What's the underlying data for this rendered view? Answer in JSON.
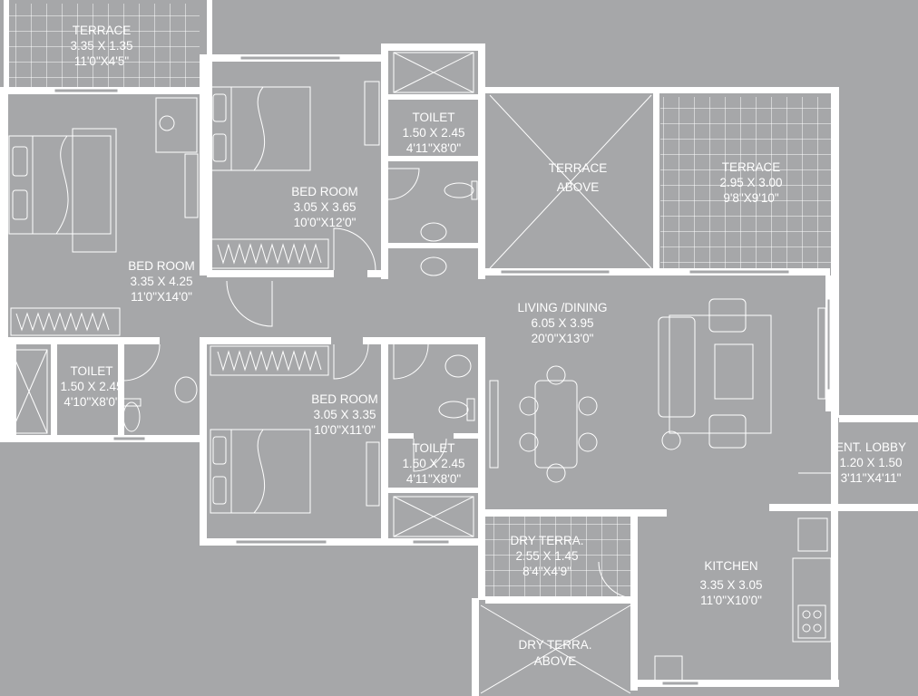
{
  "floorplan": {
    "rooms": [
      {
        "id": "terrace-top-left",
        "lines": [
          "TERRACE",
          "3.35 X 1.35",
          "11'0\"X4'5\""
        ]
      },
      {
        "id": "bedroom-master",
        "lines": [
          "BED ROOM",
          "3.35 X 4.25",
          "11'0\"X14'0\""
        ]
      },
      {
        "id": "bedroom-2",
        "lines": [
          "BED ROOM",
          "3.05 X 3.65",
          "10'0\"X12'0\""
        ]
      },
      {
        "id": "toilet-top",
        "lines": [
          "TOILET",
          "1.50 X 2.45",
          "4'11\"X8'0\""
        ]
      },
      {
        "id": "terrace-above-center",
        "lines": [
          "TERRACE",
          "ABOVE"
        ]
      },
      {
        "id": "terrace-right",
        "lines": [
          "TERRACE",
          "2.95 X 3.00",
          "9'8\"X9'10\""
        ]
      },
      {
        "id": "living-dining",
        "lines": [
          "LIVING /DINING",
          "6.05 X 3.95",
          "20'0\"X13'0\""
        ]
      },
      {
        "id": "toilet-left",
        "lines": [
          "TOILET",
          "1.50 X 2.45",
          "4'10\"X8'0\""
        ]
      },
      {
        "id": "bedroom-3",
        "lines": [
          "BED ROOM",
          "3.05 X 3.35",
          "10'0\"X11'0\""
        ]
      },
      {
        "id": "toilet-middle",
        "lines": [
          "TOILET",
          "1.50 X 2.45",
          "4'11\"X8'0\""
        ]
      },
      {
        "id": "ent-lobby",
        "lines": [
          "ENT. LOBBY",
          "1.20 X 1.50",
          "3'11\"X4'11\""
        ]
      },
      {
        "id": "dry-terrace",
        "lines": [
          "DRY TERRA.",
          "2.55 X 1.45",
          "8'4\"X4'9\""
        ]
      },
      {
        "id": "kitchen",
        "lines": [
          "KITCHEN",
          "3.35 X 3.05",
          "11'0\"X10'0\""
        ]
      },
      {
        "id": "dry-terrace-above",
        "lines": [
          "DRY TERRA.",
          "ABOVE"
        ]
      }
    ]
  },
  "colors": {
    "background": "#a6a7a9",
    "lines": "#ffffff"
  }
}
